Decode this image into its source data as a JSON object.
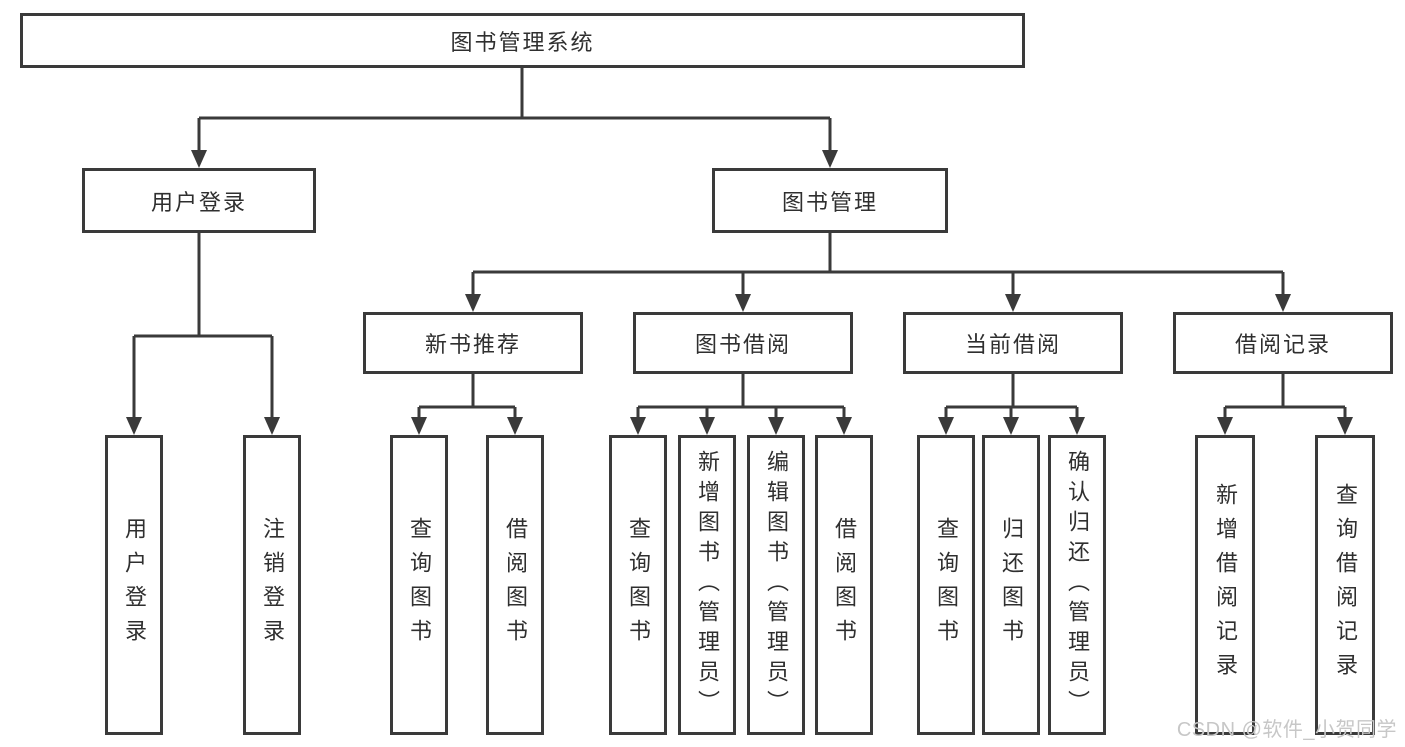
{
  "diagram": {
    "type": "hierarchy-tree",
    "root": "图书管理系统",
    "branches": [
      {
        "label": "用户登录",
        "children": [
          {
            "label": "用户登录"
          },
          {
            "label": "注销登录"
          }
        ]
      },
      {
        "label": "图书管理",
        "children": [
          {
            "label": "新书推荐",
            "children": [
              {
                "label": "查询图书"
              },
              {
                "label": "借阅图书"
              }
            ]
          },
          {
            "label": "图书借阅",
            "children": [
              {
                "label": "查询图书"
              },
              {
                "label": "新增图书（管理员）"
              },
              {
                "label": "编辑图书（管理员）"
              },
              {
                "label": "借阅图书"
              }
            ]
          },
          {
            "label": "当前借阅",
            "children": [
              {
                "label": "查询图书"
              },
              {
                "label": "归还图书"
              },
              {
                "label": "确认归还（管理员）"
              }
            ]
          },
          {
            "label": "借阅记录",
            "children": [
              {
                "label": "新增借阅记录"
              },
              {
                "label": "查询借阅记录"
              }
            ]
          }
        ]
      }
    ]
  },
  "watermark": "CSDN @软件_小贺同学",
  "colors": {
    "line": "#3a3a3a",
    "text": "#2f2f2f",
    "watermark": "#c7c7c7",
    "background": "#ffffff"
  }
}
